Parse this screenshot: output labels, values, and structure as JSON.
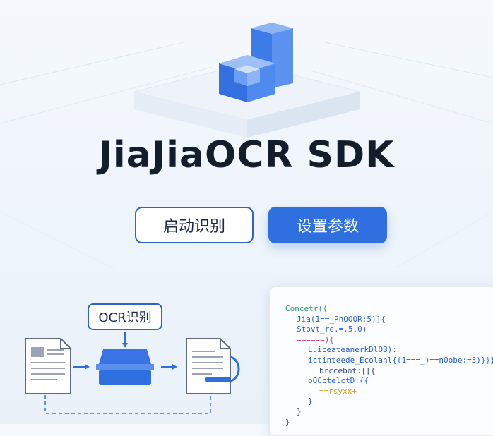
{
  "title": "JiaJiaOCR SDK",
  "buttons": {
    "start_label": "启动识别",
    "settings_label": "设置参数"
  },
  "diagram": {
    "ocr_label": "OCR识别"
  },
  "code_lines": [
    {
      "text": "Concetr((",
      "color": "#2f9a6c",
      "indent": 0
    },
    {
      "text": "Jia(1==_PnOOOR:5)]{",
      "color": "#2b62c9",
      "indent": 1
    },
    {
      "text": "Stovt_re.=.5.0)",
      "color": "#2b62c9",
      "indent": 1
    },
    {
      "text": "======){",
      "color": "#d0397e",
      "indent": 1
    },
    {
      "text": "L.iceateanerkDlOB):",
      "color": "#2b62c9",
      "indent": 2
    },
    {
      "text": "ictinteede_Ecolanl{(1===_)==nOobe:=3)}}}",
      "color": "#2b62c9",
      "indent": 2
    },
    {
      "text": "brccebot:[[{",
      "color": "#2f4a80",
      "indent": 3
    },
    {
      "text": "oOCctelctD:{{",
      "color": "#2b62c9",
      "indent": 2
    },
    {
      "text": "==rsyxx+",
      "color": "#c9a21f",
      "indent": 3
    },
    {
      "text": "}",
      "color": "#2f4a80",
      "indent": 2
    },
    {
      "text": "}",
      "color": "#2f4a80",
      "indent": 1
    },
    {
      "text": "}",
      "color": "#2f4a80",
      "indent": 0
    }
  ],
  "colors": {
    "primary": "#2f6fe0",
    "title": "#141d2c",
    "outline": "#2f63c8"
  },
  "icons": {
    "logo": "cube-stack-icon",
    "source_doc": "document-icon",
    "scanner": "scanner-icon",
    "output_doc": "document-output-icon"
  }
}
